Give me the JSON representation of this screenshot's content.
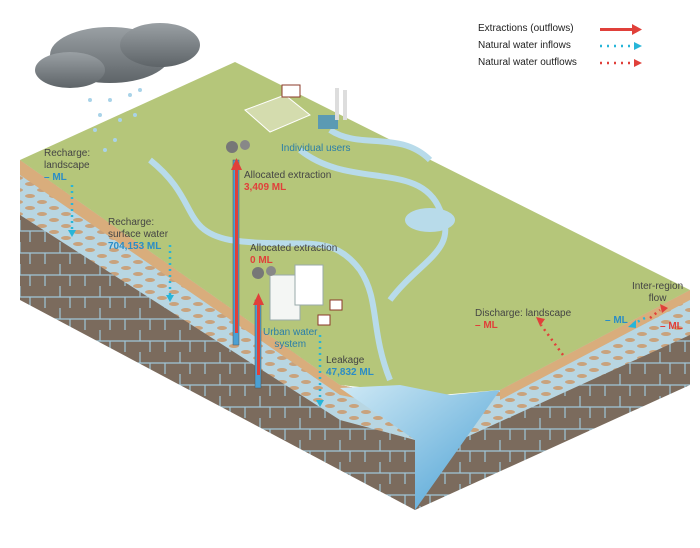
{
  "legend": {
    "extractions": "Extractions (outflows)",
    "inflows": "Natural water inflows",
    "outflows": "Natural water outflows"
  },
  "labels": {
    "recharge_landscape": {
      "title1": "Recharge:",
      "title2": "landscape",
      "value": "– ML"
    },
    "recharge_surface": {
      "title1": "Recharge:",
      "title2": "surface water",
      "value": "704,153 ML"
    },
    "allocated_1": {
      "title": "Allocated extraction",
      "value": "3,409 ML"
    },
    "allocated_2": {
      "title": "Allocated extraction",
      "value": "0 ML"
    },
    "individual_users": "Individual users",
    "urban": {
      "line1": "Urban water",
      "line2": "system"
    },
    "leakage": {
      "title": "Leakage",
      "value": "47,832 ML"
    },
    "discharge": {
      "title": "Discharge: landscape",
      "value": "– ML"
    },
    "inter_region": {
      "line1": "Inter-region",
      "line2": "flow",
      "in_value": "– ML",
      "out_value": "– ML"
    }
  },
  "colors": {
    "extraction": "#e0403a",
    "inflow": "#27b5d8",
    "outflow": "#e0403a",
    "land": "#b5c67a",
    "sand": "#d9ad7c",
    "rock": "#7a6a5c",
    "water": "#9fd2ea"
  }
}
